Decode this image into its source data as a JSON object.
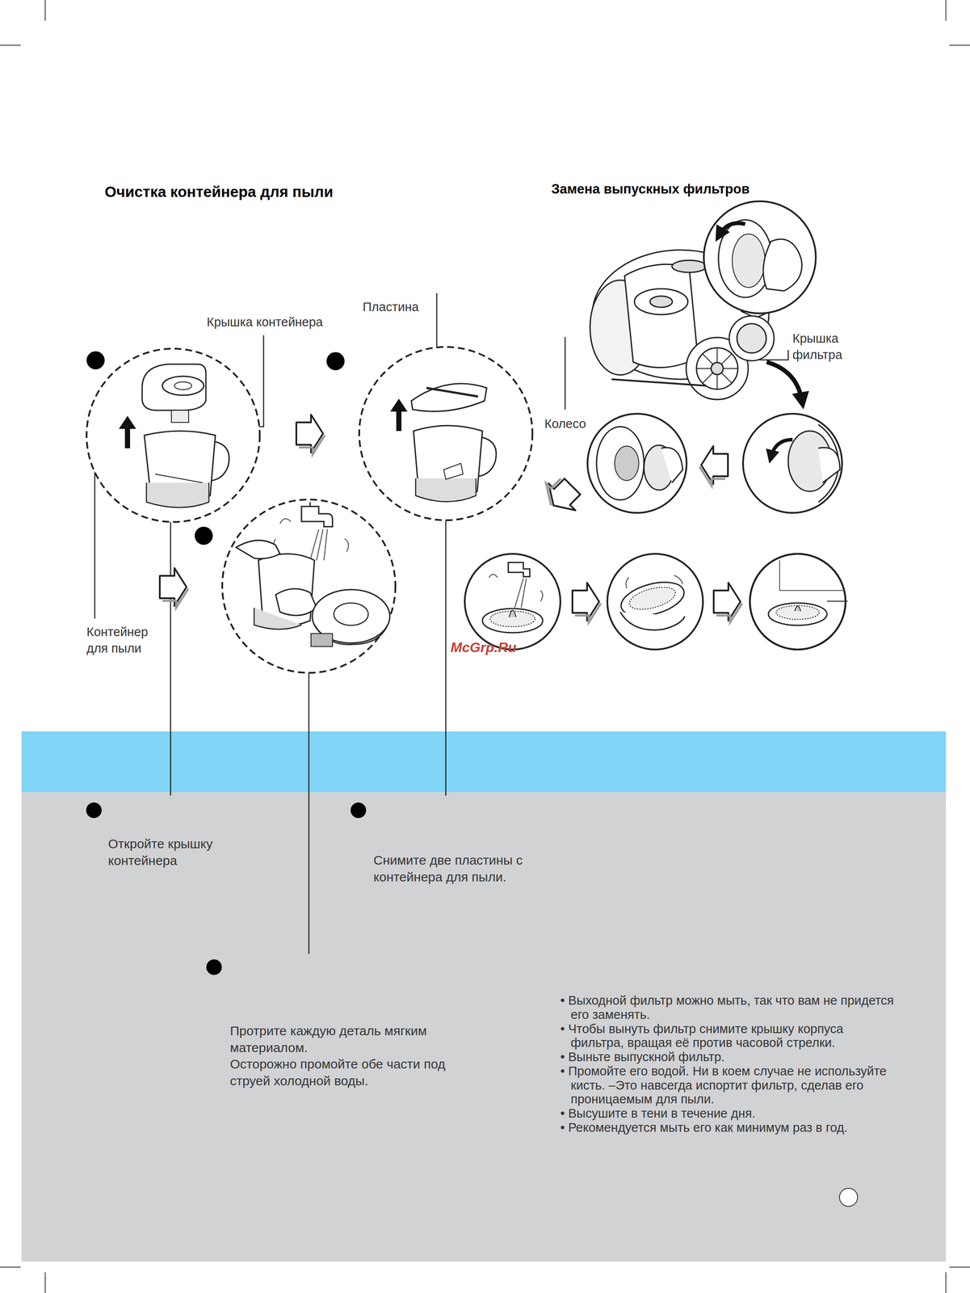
{
  "diagram": {
    "labels": [
      "Очистка контейнера для пыли",
      "Замена выпускных фильтров",
      "Крышка контейнера",
      "Пластина",
      "Контейнер для пыли",
      "Крышка фильтра",
      "Колесо",
      "McGrp.Ru",
      "Откройте крышку контейнера",
      "Снимите две пластины с контейнера для пыли.",
      "Протрите каждую деталь мягким материалом.",
      "Осторожно промойте обе части под струей холодной воды.",
      "• Выходной фильтр можно мыть, так что вам не придется его заменять.",
      "• Чтобы вынуть фильтр снимите крышку корпуса фильтра, вращая её против часовой стрелки.",
      "• Выньте выпускной фильтр.",
      "• Промойте его водой. Ни в коем случае не используйте кисть. –Это навсегда испортит фильтр, сделав его проницаемым для пыли.",
      "• Высушите в тени в течение дня.",
      "• Рекомендуется мыть его как минимум раз в год."
    ]
  }
}
